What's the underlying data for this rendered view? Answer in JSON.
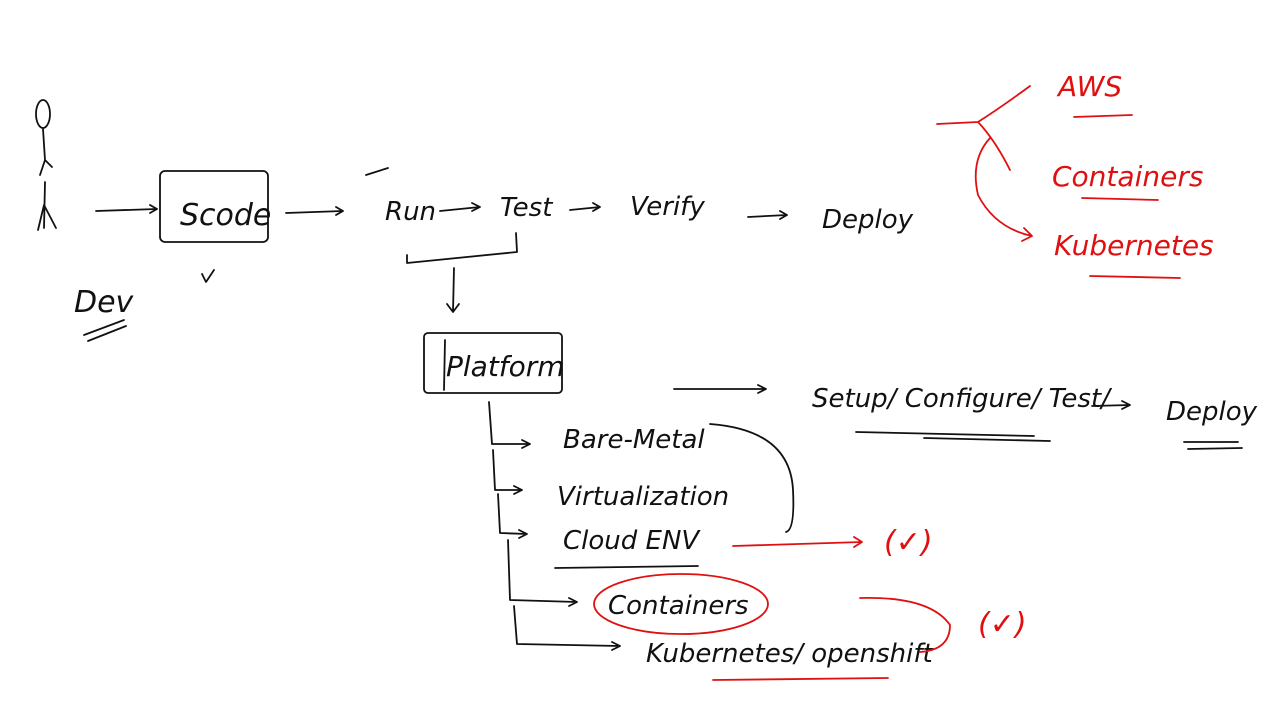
{
  "colors": {
    "ink": "#111111",
    "accent": "#e01010",
    "background": "#ffffff"
  },
  "actor": {
    "label": "Dev"
  },
  "flow": {
    "source": "Scode",
    "steps": [
      "Run",
      "Test",
      "Verify",
      "Deploy"
    ]
  },
  "targets": {
    "items": [
      "AWS",
      "Containers",
      "Kubernetes"
    ]
  },
  "platform": {
    "label": "Platform",
    "pipeline": "Setup/ Configure/ Test/",
    "deploy": "Deploy",
    "options": [
      "Bare-Metal",
      "Virtualization",
      "Cloud ENV",
      "Containers",
      "Kubernetes/ openshift"
    ],
    "checks": [
      "(✓)",
      "(✓)"
    ]
  }
}
